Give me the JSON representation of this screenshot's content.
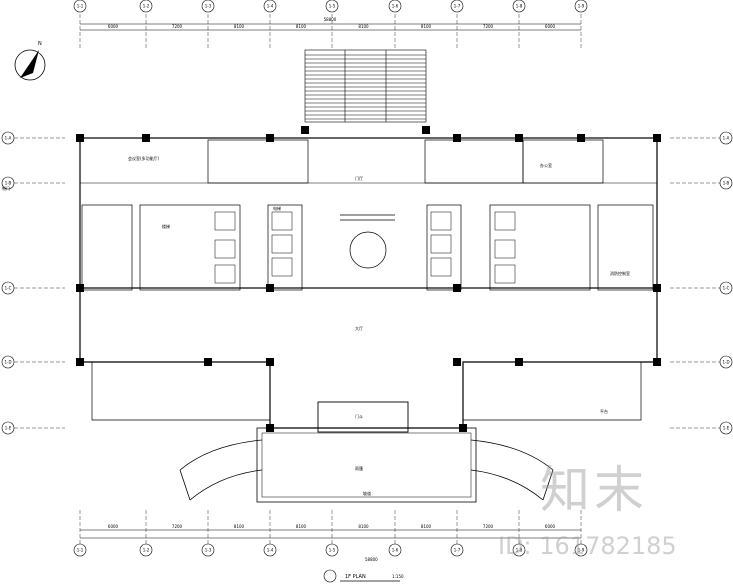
{
  "drawing": {
    "plan_title": "1F  PLAN",
    "scale_note": "1:150",
    "grid_top": [
      "1-1",
      "1-2",
      "1-3",
      "1-4",
      "1-5",
      "1-6",
      "1-7",
      "1-8",
      "1-9"
    ],
    "grid_bottom": [
      "1-1",
      "1-2",
      "1-3",
      "1-4",
      "1-5",
      "1-6",
      "1-7",
      "1-8",
      "1-9"
    ],
    "grid_left": [
      "1-A",
      "1-B",
      "1-C",
      "1-D",
      "1-E"
    ],
    "grid_right": [
      "1-A",
      "1-B",
      "1-C",
      "1-D",
      "1-E"
    ],
    "dims_top": [
      "6000",
      "7200",
      "8100",
      "8100",
      "8100",
      "8100",
      "7200",
      "6000"
    ],
    "dims_bottom": [
      "6000",
      "7200",
      "8100",
      "8100",
      "8100",
      "8100",
      "7200",
      "6000"
    ],
    "total_dim": "58800",
    "rooms": {
      "office_left": "会议室(多功能厅)",
      "lobby": "门厅",
      "hall": "大厅",
      "canopy": "雨篷",
      "vestibule": "门斗",
      "office_right": "办公室",
      "fire_control": "消防控制室",
      "platform": "平台",
      "ramp": "坡道"
    },
    "notes": {
      "left_entry": "侧门",
      "stair": "楼梯",
      "elevator": "电梯"
    },
    "north": "N"
  },
  "watermark": {
    "logo": "知末",
    "id": "ID: 161782185"
  }
}
